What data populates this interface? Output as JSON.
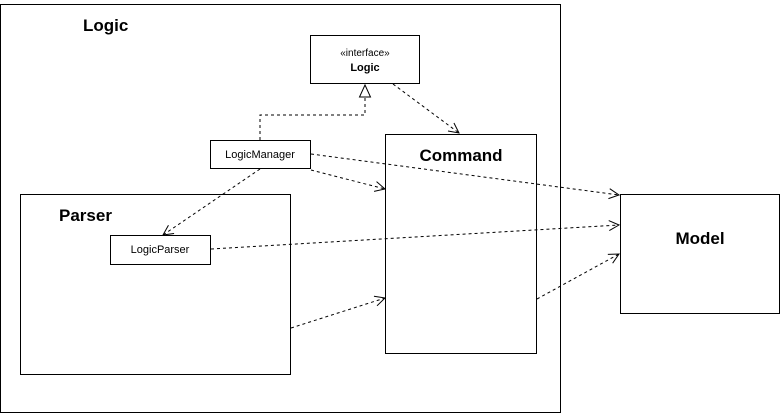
{
  "packages": {
    "logic": {
      "label": "Logic"
    },
    "parser": {
      "label": "Parser"
    }
  },
  "components": {
    "command": {
      "label": "Command"
    },
    "model": {
      "label": "Model"
    }
  },
  "classes": {
    "logic_interface": {
      "stereotype": "«interface»",
      "name": "Logic"
    },
    "logic_manager": {
      "name": "LogicManager"
    },
    "logic_parser": {
      "name": "LogicParser"
    }
  }
}
